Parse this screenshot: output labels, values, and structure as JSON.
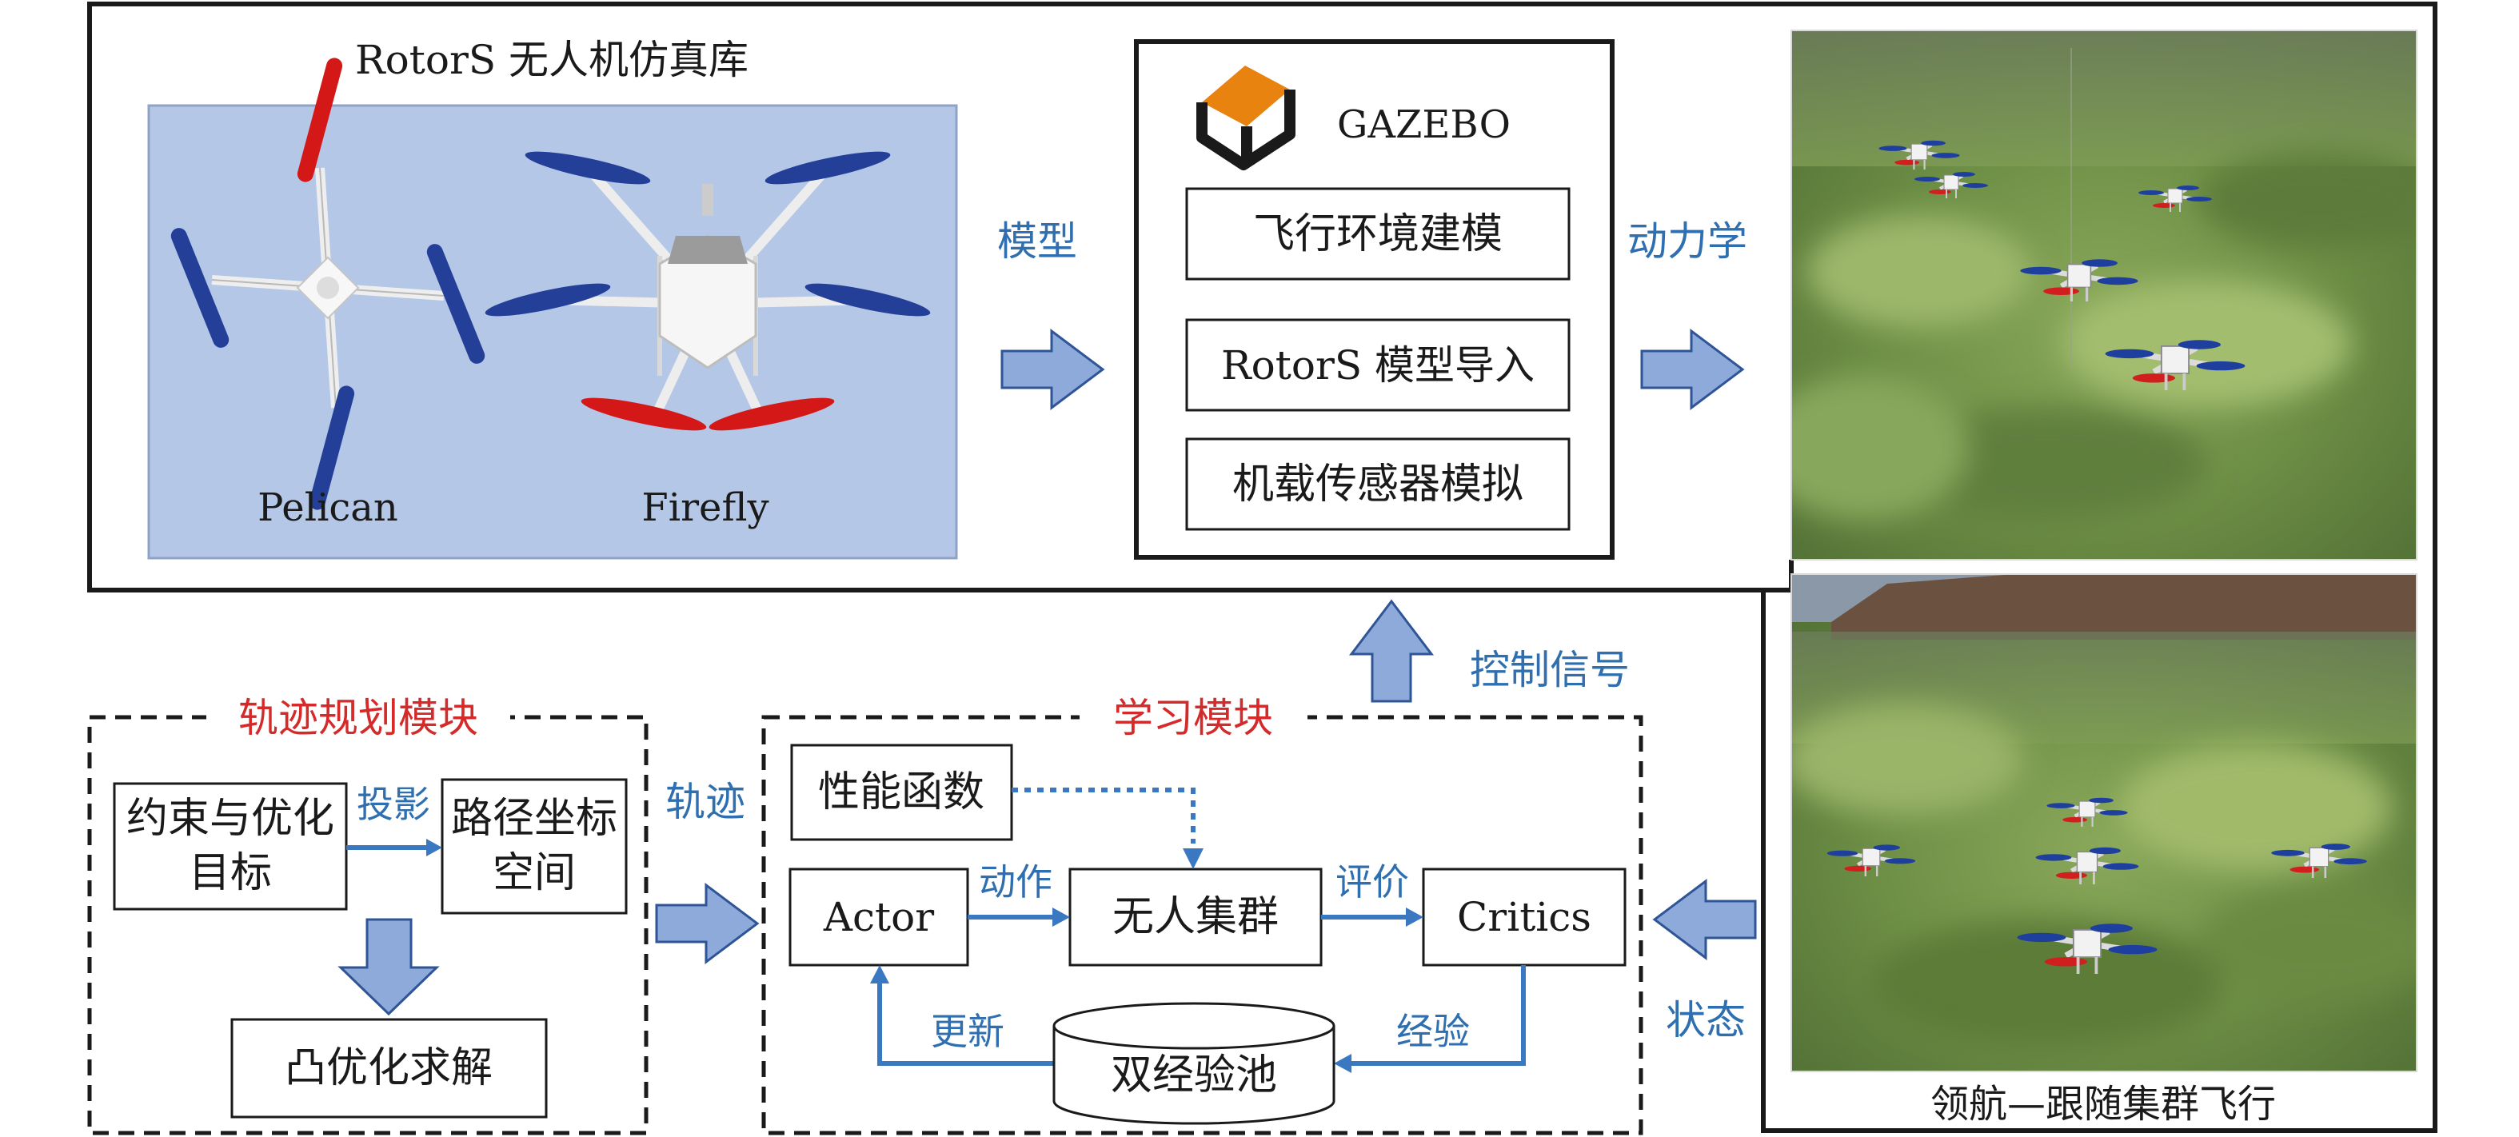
{
  "colors": {
    "line": "#1a1a1a",
    "blue_label": "#2f6fb0",
    "red_label": "#d42a2a",
    "arrow_fill": "#8eaadb",
    "arrow_stroke": "#2f5597",
    "flow_blue": "#3b78c2",
    "panel_bg": "#b4c7e7"
  },
  "rotors": {
    "title": "RotorS 无人机仿真库",
    "pelican": "Pelican",
    "firefly": "Firefly"
  },
  "gazebo": {
    "logo_text": "GAZEBO",
    "box1": "飞行环境建模",
    "box2": "RotorS 模型导入",
    "box3": "机载传感器模拟"
  },
  "arrows": {
    "model": "模型",
    "dynamics": "动力学",
    "control": "控制信号",
    "trajectory": "轨迹",
    "state": "状态"
  },
  "planning": {
    "title": "轨迹规划模块",
    "box_constraint_l1": "约束与优化",
    "box_constraint_l2": "目标",
    "projection": "投影",
    "box_path_l1": "路径坐标",
    "box_path_l2": "空间",
    "box_convex": "凸优化求解"
  },
  "learning": {
    "title": "学习模块",
    "performance": "性能函数",
    "actor": "Actor",
    "swarm": "无人集群",
    "critics": "Critics",
    "action": "动作",
    "evaluate": "评价",
    "update": "更新",
    "experience": "经验",
    "pool": "双经验池"
  },
  "sim": {
    "caption": "领航—跟随集群飞行"
  }
}
